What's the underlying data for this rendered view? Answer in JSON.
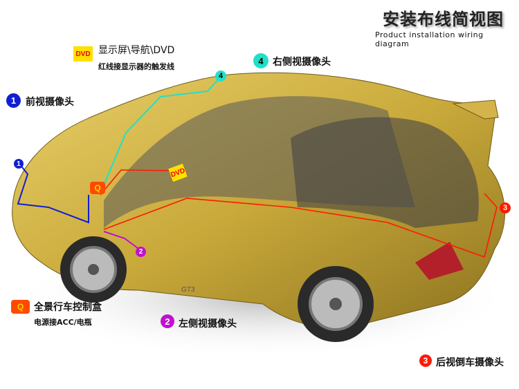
{
  "header": {
    "title": "安装布线简视图",
    "subtitle": "Product installation wiring diagram"
  },
  "legend": {
    "display": {
      "badge": "DVD",
      "label": "显示屏\\导航\\DVD",
      "note": "红线接显示器的触发线"
    },
    "front_camera": {
      "badge": "1",
      "label": "前视摄像头",
      "color": "#1020d0"
    },
    "right_camera": {
      "badge": "4",
      "label": "右侧视摄像头",
      "color": "#20e0c8"
    },
    "left_camera": {
      "badge": "2",
      "label": "左侧视摄像头",
      "color": "#c010d0"
    },
    "rear_camera": {
      "badge": "3",
      "label": "后视倒车摄像头",
      "color": "#ff1a00"
    },
    "control_box": {
      "badge": "Q",
      "label": "全景行车控制盒",
      "note": "电源接ACC/电瓶"
    }
  },
  "car": {
    "model_badge": "GT3",
    "body_color": "#c9a93a"
  }
}
